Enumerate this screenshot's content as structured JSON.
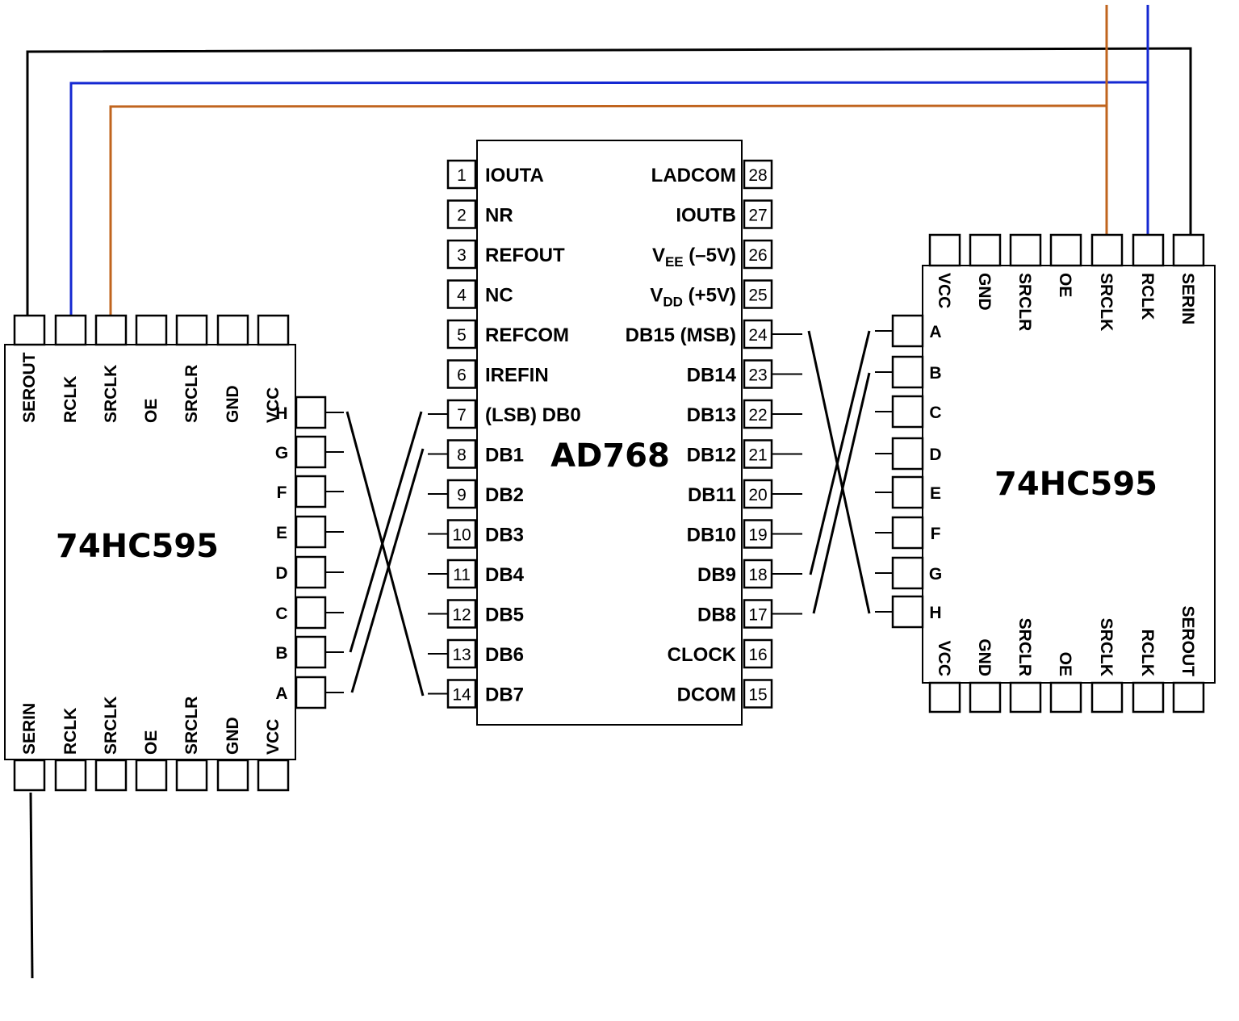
{
  "colors": {
    "black": "#000000",
    "blue": "#1428d2",
    "orange": "#c0641e"
  },
  "left_chip": {
    "title": "74HC595",
    "top_pins": [
      "SEROUT",
      "RCLK",
      "SRCLK",
      "OE",
      "SRCLR",
      "GND",
      "VCC"
    ],
    "side_pins": [
      "H",
      "G",
      "F",
      "E",
      "D",
      "C",
      "B",
      "A"
    ],
    "bottom_pins": [
      "SERIN",
      "RCLK",
      "SRCLK",
      "OE",
      "SRCLR",
      "GND",
      "VCC"
    ]
  },
  "right_chip": {
    "title": "74HC595",
    "top_pins": [
      "VCC",
      "GND",
      "SRCLR",
      "OE",
      "SRCLK",
      "RCLK",
      "SERIN"
    ],
    "side_pins": [
      "A",
      "B",
      "C",
      "D",
      "E",
      "F",
      "G",
      "H"
    ],
    "bottom_pins": [
      "VCC",
      "GND",
      "SRCLR",
      "OE",
      "SRCLK",
      "RCLK",
      "SEROUT"
    ]
  },
  "dac": {
    "title": "AD768",
    "left_pins": [
      {
        "num": "1",
        "label": "IOUTA"
      },
      {
        "num": "2",
        "label": "NR"
      },
      {
        "num": "3",
        "label": "REFOUT"
      },
      {
        "num": "4",
        "label": "NC"
      },
      {
        "num": "5",
        "label": "REFCOM"
      },
      {
        "num": "6",
        "label": "IREFIN"
      },
      {
        "num": "7",
        "label": "(LSB) DB0"
      },
      {
        "num": "8",
        "label": "DB1"
      },
      {
        "num": "9",
        "label": "DB2"
      },
      {
        "num": "10",
        "label": "DB3"
      },
      {
        "num": "11",
        "label": "DB4"
      },
      {
        "num": "12",
        "label": "DB5"
      },
      {
        "num": "13",
        "label": "DB6"
      },
      {
        "num": "14",
        "label": "DB7"
      }
    ],
    "right_pins": [
      {
        "num": "28",
        "label": "LADCOM"
      },
      {
        "num": "27",
        "label": "IOUTB"
      },
      {
        "num": "26",
        "label": "V",
        "sub": "EE",
        "suffix": " (–5V)"
      },
      {
        "num": "25",
        "label": "V",
        "sub": "DD",
        "suffix": " (+5V)"
      },
      {
        "num": "24",
        "label": "DB15 (MSB)"
      },
      {
        "num": "23",
        "label": "DB14"
      },
      {
        "num": "22",
        "label": "DB13"
      },
      {
        "num": "21",
        "label": "DB12"
      },
      {
        "num": "20",
        "label": "DB11"
      },
      {
        "num": "19",
        "label": "DB10"
      },
      {
        "num": "18",
        "label": "DB9"
      },
      {
        "num": "17",
        "label": "DB8"
      },
      {
        "num": "16",
        "label": "CLOCK"
      },
      {
        "num": "15",
        "label": "DCOM"
      }
    ]
  }
}
